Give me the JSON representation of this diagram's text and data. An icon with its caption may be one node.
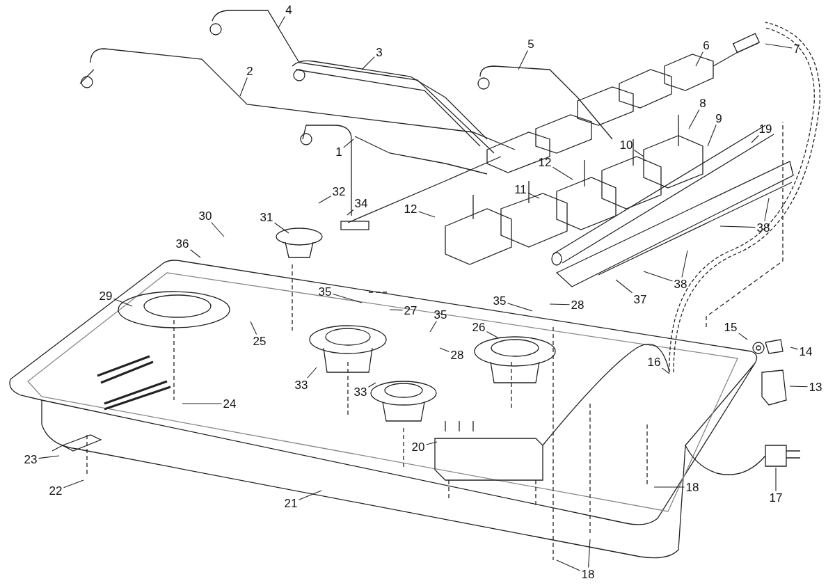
{
  "diagram": {
    "nodes": [
      {
        "text": [
          "4"
        ]
      },
      {
        "text": [
          "6"
        ]
      },
      {
        "text": [
          "7"
        ]
      },
      {
        "text": [
          "5"
        ]
      },
      {
        "text": [
          "3"
        ]
      },
      {
        "text": [
          "2"
        ]
      },
      {
        "text": [
          "8"
        ]
      },
      {
        "text": [
          "9"
        ]
      },
      {
        "text": [
          "19"
        ]
      },
      {
        "text": [
          "10"
        ]
      },
      {
        "text": [
          "1"
        ]
      },
      {
        "text": [
          "12"
        ]
      },
      {
        "text": [
          "11"
        ]
      },
      {
        "text": [
          "32"
        ]
      },
      {
        "text": [
          "34"
        ]
      },
      {
        "text": [
          "12"
        ]
      },
      {
        "text": [
          "30"
        ]
      },
      {
        "text": [
          "31"
        ]
      },
      {
        "text": [
          "38"
        ]
      },
      {
        "text": [
          "36"
        ]
      },
      {
        "text": [
          "38"
        ]
      },
      {
        "text": [
          "29"
        ]
      },
      {
        "text": [
          "37"
        ]
      },
      {
        "text": [
          "35"
        ]
      },
      {
        "text": [
          "35"
        ]
      },
      {
        "text": [
          "28"
        ]
      },
      {
        "text": [
          "27"
        ]
      },
      {
        "text": [
          "35"
        ]
      },
      {
        "text": [
          "26"
        ]
      },
      {
        "text": [
          "25"
        ]
      },
      {
        "text": [
          "15"
        ]
      },
      {
        "text": [
          "14"
        ]
      },
      {
        "text": [
          "28"
        ]
      },
      {
        "text": [
          "16"
        ]
      },
      {
        "text": [
          "33"
        ]
      },
      {
        "text": [
          "33"
        ]
      },
      {
        "text": [
          "13"
        ]
      },
      {
        "text": [
          "24"
        ]
      },
      {
        "text": [
          "20"
        ]
      },
      {
        "text": [
          "23"
        ]
      },
      {
        "text": [
          "18"
        ]
      },
      {
        "text": [
          "22"
        ]
      },
      {
        "text": [
          "17"
        ]
      },
      {
        "text": [
          "21"
        ]
      },
      {
        "text": [
          "18"
        ]
      }
    ],
    "edges": [
      {
        "from": 0,
        "to": null,
        "arrow": "none"
      },
      {
        "from": 1,
        "to": null,
        "arrow": "none"
      },
      {
        "from": 2,
        "to": null,
        "arrow": "none"
      },
      {
        "from": 3,
        "to": null,
        "arrow": "none"
      },
      {
        "from": 4,
        "to": null,
        "arrow": "none"
      },
      {
        "from": 5,
        "to": null,
        "arrow": "none"
      },
      {
        "from": 6,
        "to": null,
        "arrow": "none"
      },
      {
        "from": 7,
        "to": null,
        "arrow": "none"
      },
      {
        "from": 8,
        "to": null,
        "arrow": "none"
      },
      {
        "from": 9,
        "to": null,
        "arrow": "none"
      },
      {
        "from": 10,
        "to": null,
        "arrow": "none"
      },
      {
        "from": 11,
        "to": null,
        "arrow": "none"
      },
      {
        "from": 12,
        "to": null,
        "arrow": "none"
      },
      {
        "from": 13,
        "to": null,
        "arrow": "none"
      },
      {
        "from": 14,
        "to": null,
        "arrow": "none"
      },
      {
        "from": 15,
        "to": null,
        "arrow": "none"
      },
      {
        "from": 16,
        "to": null,
        "arrow": "none"
      },
      {
        "from": 17,
        "to": null,
        "arrow": "none"
      },
      {
        "from": 18,
        "to": null,
        "arrow": "none"
      },
      {
        "from": 18,
        "to": null,
        "arrow": "none"
      },
      {
        "from": 19,
        "to": null,
        "arrow": "none"
      },
      {
        "from": 20,
        "to": null,
        "arrow": "none"
      },
      {
        "from": 20,
        "to": null,
        "arrow": "none"
      },
      {
        "from": 21,
        "to": null,
        "arrow": "none"
      },
      {
        "from": 22,
        "to": null,
        "arrow": "none"
      },
      {
        "from": 23,
        "to": null,
        "arrow": "none"
      },
      {
        "from": 24,
        "to": null,
        "arrow": "none"
      },
      {
        "from": 25,
        "to": null,
        "arrow": "none"
      },
      {
        "from": 26,
        "to": null,
        "arrow": "none"
      },
      {
        "from": 27,
        "to": null,
        "arrow": "none"
      },
      {
        "from": 28,
        "to": null,
        "arrow": "none"
      },
      {
        "from": 29,
        "to": null,
        "arrow": "none"
      },
      {
        "from": 30,
        "to": null,
        "arrow": "none"
      },
      {
        "from": 31,
        "to": null,
        "arrow": "none"
      },
      {
        "from": 32,
        "to": null,
        "arrow": "none"
      },
      {
        "from": 33,
        "to": null,
        "arrow": "none"
      },
      {
        "from": 34,
        "to": null,
        "arrow": "none"
      },
      {
        "from": 35,
        "to": null,
        "arrow": "none"
      },
      {
        "from": 36,
        "to": null,
        "arrow": "none"
      },
      {
        "from": 37,
        "to": null,
        "arrow": "none"
      },
      {
        "from": 38,
        "to": null,
        "arrow": "none"
      },
      {
        "from": 39,
        "to": null,
        "arrow": "none"
      },
      {
        "from": 40,
        "to": null,
        "arrow": "none"
      },
      {
        "from": 41,
        "to": null,
        "arrow": "none"
      },
      {
        "from": 42,
        "to": null,
        "arrow": "none"
      },
      {
        "from": 43,
        "to": null,
        "arrow": "none"
      },
      {
        "from": 44,
        "to": null,
        "arrow": "none"
      },
      {
        "from": 44,
        "to": null,
        "arrow": "none"
      }
    ]
  }
}
